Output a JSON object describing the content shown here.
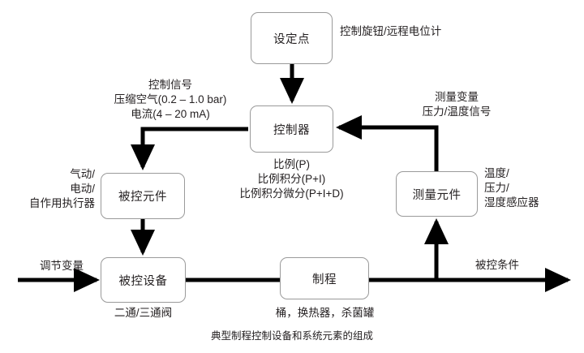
{
  "diagram": {
    "caption": "典型制程控制设备和系统元素的组成",
    "nodes": {
      "setpoint": "设定点",
      "controller": "控制器",
      "controlled_element": "被控元件",
      "measuring_element": "测量元件",
      "controlled_device": "被控设备",
      "process": "制程"
    },
    "annotations": {
      "setpoint_note": "控制旋钮/远程电位计",
      "control_signal_title": "控制信号",
      "control_signal_line2": "压缩空气(0.2 – 1.0 bar)",
      "control_signal_line3": "电流(4 – 20 mA)",
      "measured_variable_title": "测量变量",
      "measured_variable_line2": "压力/温度信号",
      "actuator_line1": "气动/",
      "actuator_line2": "电动/",
      "actuator_line3": "自作用执行器",
      "sensor_line1": "温度/",
      "sensor_line2": "压力/",
      "sensor_line3": "湿度感应器",
      "controller_mode1": "比例(P)",
      "controller_mode2": "比例积分(P+I)",
      "controller_mode3": "比例积分微分(P+I+D)",
      "manipulated_variable": "调节变量",
      "valve_note": "二通/三通阀",
      "process_note": "桶，换热器，杀菌罐",
      "controlled_condition": "被控条件"
    },
    "colors": {
      "wire": "#000000",
      "node_border": "#9a9a9a",
      "text": "#231f20",
      "background": "#ffffff"
    }
  }
}
